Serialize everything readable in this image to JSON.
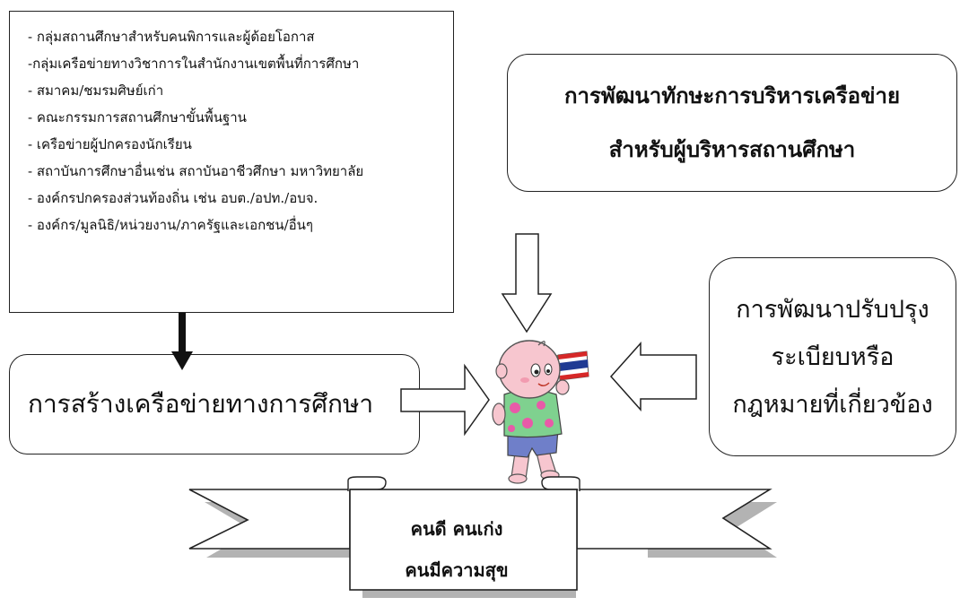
{
  "stakeholders": {
    "items": [
      "- กลุ่มสถานศึกษาสำหรับคนพิการและผู้ด้อยโอกาส",
      "-กลุ่มเครือข่ายทางวิชาการในสำนักงานเขตพื้นที่การศึกษา",
      "- สมาคม/ชมรมศิษย์เก่า",
      "- คณะกรรมการสถานศึกษาขั้นพื้นฐาน",
      "- เครือข่ายผู้ปกครองนักเรียน",
      "- สถาบันการศึกษาอื่นเช่น สถาบันอาชีวศึกษา มหาวิทยาลัย",
      "- องค์กรปกครองส่วนท้องถิ่น เช่น อบต./อปท./อบจ.",
      "- องค์กร/มูลนิธิ/หน่วยงาน/ภาครัฐและเอกชน/อื่นๆ"
    ]
  },
  "admin_skill": {
    "line1": "การพัฒนาทักษะการบริหารเครือข่าย",
    "line2": "สำหรับผู้บริหารสถานศึกษา"
  },
  "network_building": {
    "label": "การสร้างเครือข่ายทางการศึกษา"
  },
  "law_improvement": {
    "line1": "การพัฒนาปรับปรุง",
    "line2": "ระเบียบหรือ",
    "line3": "กฎหมายที่เกี่ยวข้อง"
  },
  "banner": {
    "line1": "คนดี  คนเก่ง",
    "line2": "คนมีความสุข"
  },
  "colors": {
    "border": "#222222",
    "shadow": "#b3b3b3",
    "child_skin": "#f7c6cf",
    "child_shirt": "#7fd18f",
    "child_flower": "#e85aa8",
    "child_shorts": "#6f7fc9",
    "flag_red": "#d62828",
    "flag_blue": "#1f3a93"
  }
}
